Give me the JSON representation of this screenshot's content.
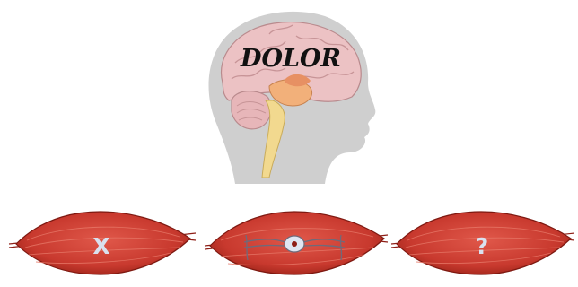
{
  "brain_panel": {
    "label": "DOLOR"
  },
  "muscles": [
    {
      "name": "muscle-left",
      "symbol": "X"
    },
    {
      "name": "muscle-middle",
      "symbol": ""
    },
    {
      "name": "muscle-right",
      "symbol": "?"
    }
  ],
  "colors": {
    "muscle_red": "#c8392e",
    "muscle_dark": "#8e1f17",
    "muscle_light": "#e56a5a",
    "head_gray": "#cfcfcf",
    "brain_pink": "#ecc2c4",
    "brainstem_yellow": "#f2d98f",
    "symbol_light": "#d9e1ef"
  }
}
